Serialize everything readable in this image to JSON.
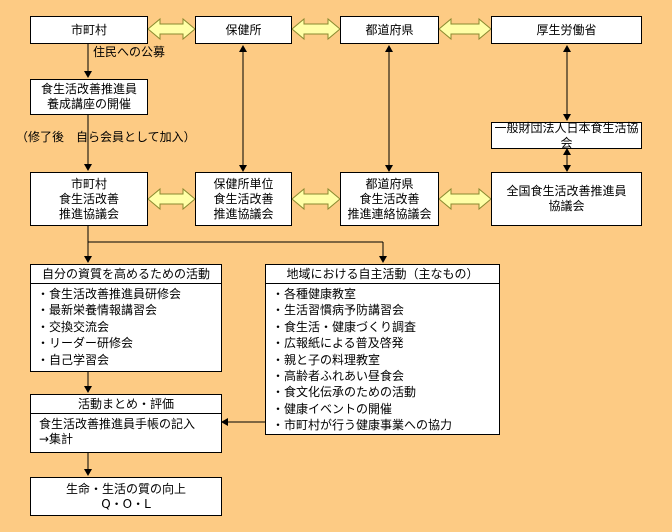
{
  "colors": {
    "background": "#FDCB84",
    "double_arrow_fill": "#FFFFA6",
    "double_arrow_stroke": "#8A8A30"
  },
  "top_row": {
    "city": "市町村",
    "health_center": "保健所",
    "prefecture": "都道府県",
    "ministry": "厚生労働省"
  },
  "resident_recruit": "住民への公募",
  "training": {
    "line1": "食生活改善推進員",
    "line2": "養成講座の開催"
  },
  "after_training": "（修了後　自ら会員として加入）",
  "national_org": "一般財団法人日本食生活協会",
  "council_row": {
    "city_council": [
      "市町村",
      "食生活改善",
      "推進協議会"
    ],
    "health_center_council": [
      "保健所単位",
      "食生活改善",
      "推進協議会"
    ],
    "prefecture_council": [
      "都道府県",
      "食生活改善",
      "推進連絡協議会"
    ],
    "national_council": [
      "全国食生活改善推進員",
      "協議会"
    ]
  },
  "self_improvement": {
    "title": "自分の資質を高めるための活動",
    "items": [
      "・食生活改善推進員研修会",
      "・最新栄養情報講習会",
      "・交換交流会",
      "・リーダー研修会",
      "・自己学習会"
    ]
  },
  "community": {
    "title": "地域における自主活動（主なもの）",
    "items": [
      "・各種健康教室",
      "・生活習慣病予防講習会",
      "・食生活・健康づくり調査",
      "・広報紙による普及啓発",
      "・親と子の料理教室",
      "・高齢者ふれあい昼食会",
      "・食文化伝承のための活動",
      "・健康イベントの開催",
      "・市町村が行う健康事業への協力"
    ]
  },
  "summary": {
    "title": "活動まとめ・評価",
    "line1": "食生活改善推進員手帳の記入",
    "line2": "→集計"
  },
  "outcome": {
    "line1": "生命・生活の質の向上",
    "line2": "Q・O・L"
  }
}
